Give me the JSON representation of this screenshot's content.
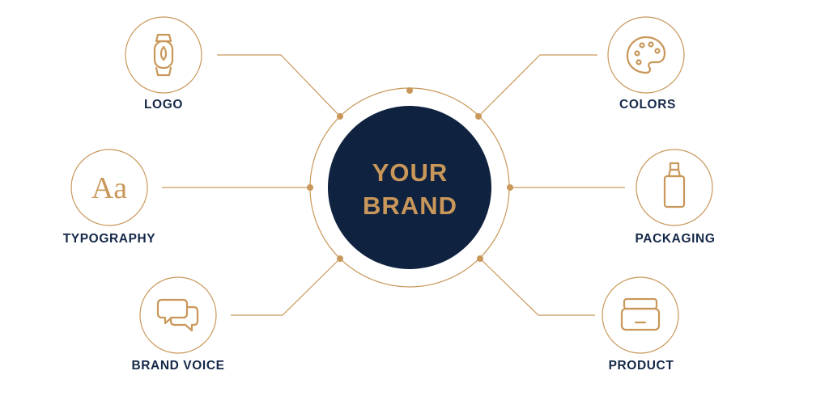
{
  "center": {
    "line1": "YOUR",
    "line2": "BRAND"
  },
  "nodes": {
    "logo": {
      "label": "LOGO",
      "icon": "watch-icon"
    },
    "typography": {
      "label": "TYPOGRAPHY",
      "icon": "text-aa-icon",
      "glyph": "Aa"
    },
    "brand_voice": {
      "label": "BRAND VOICE",
      "icon": "chat-bubbles-icon"
    },
    "colors": {
      "label": "COLORS",
      "icon": "paint-palette-icon"
    },
    "packaging": {
      "label": "PACKAGING",
      "icon": "spray-bottle-icon"
    },
    "product": {
      "label": "PRODUCT",
      "icon": "cosmetic-jar-icon"
    }
  },
  "colors": {
    "gold": "#c9975a",
    "navy": "#0f223f",
    "label": "#152849"
  }
}
